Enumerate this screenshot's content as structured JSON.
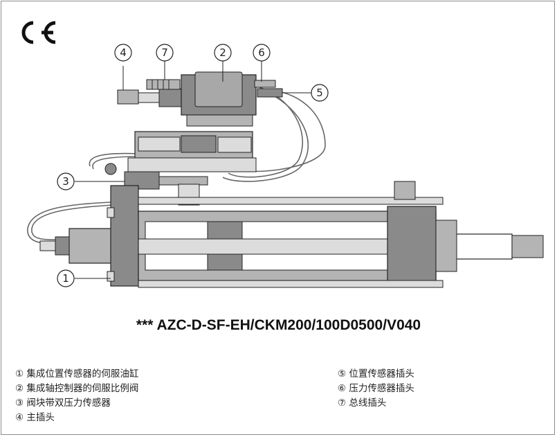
{
  "mark": "CE",
  "callouts": [
    "①",
    "②",
    "③",
    "④",
    "⑤",
    "⑥",
    "⑦"
  ],
  "callout_digits": [
    "1",
    "2",
    "3",
    "4",
    "5",
    "6",
    "7"
  ],
  "model_code": "*** AZC-D-SF-EH/CKM200/100D0500/V040",
  "legend": {
    "left": [
      "① 集成位置传感器的伺服油缸",
      "② 集成轴控制器的伺服比例阀",
      "③ 阀块带双压力传感器",
      "④ 主插头"
    ],
    "right": [
      "⑤ 位置传感器插头",
      "⑥ 压力传感器插头",
      "⑦ 总线插头"
    ]
  },
  "colors": {
    "frame": "#8c8c8c",
    "metal_dark": "#8a8a8a",
    "metal_mid": "#b4b4b4",
    "metal_light": "#dcdcdc",
    "outline": "#222222"
  }
}
